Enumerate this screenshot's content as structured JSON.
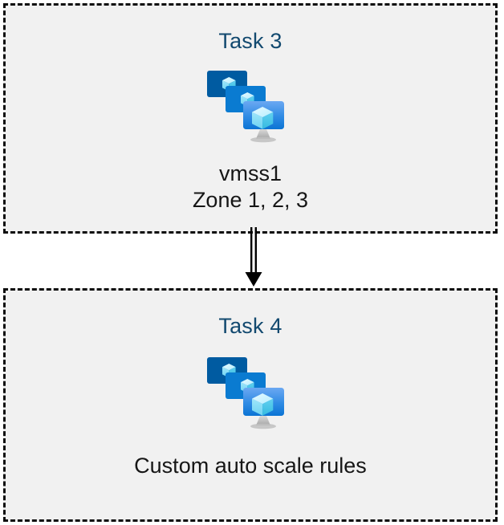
{
  "diagram": {
    "type": "azure-architecture-flow",
    "background_color": "#ffffff",
    "box_fill_color": "#f1f1f1",
    "box_border_color": "#0d0d0d",
    "title_color": "#12496f",
    "caption_color": "#161616",
    "connector_color": "#000000",
    "nodes": [
      {
        "id": "task3",
        "title": "Task 3",
        "icon": "vm-scale-set-icon",
        "captions": [
          "vmss1",
          "Zone 1, 2, 3"
        ]
      },
      {
        "id": "task4",
        "title": "Task 4",
        "icon": "vm-scale-set-icon",
        "captions": [
          "Custom auto scale rules"
        ]
      }
    ],
    "connector": {
      "from": "task3",
      "to": "task4",
      "style": "double-line-with-solid-arrowhead",
      "direction": "down"
    },
    "icon_colors": {
      "monitor_back": "#005BA1",
      "monitor_middle": "#0078D4",
      "monitor_front_top": "#5EA0EF",
      "monitor_front_bottom": "#0F7EE0",
      "cube_light": "#C3F1FF",
      "cube_mid": "#9CEBFF",
      "cube_dark": "#32BEDD",
      "stand": "#B3B3B3"
    }
  }
}
